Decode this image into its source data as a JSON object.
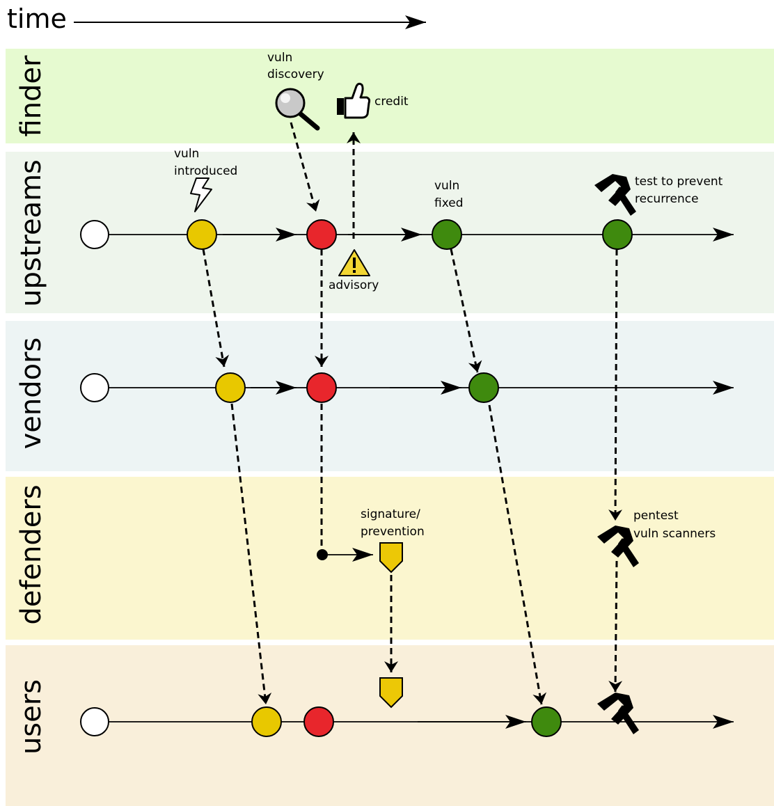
{
  "header": {
    "time_label": "time"
  },
  "lanes": [
    {
      "id": "finder",
      "label": "finder",
      "color": "#e6fad0"
    },
    {
      "id": "upstreams",
      "label": "upstreams",
      "color": "#eef5ec"
    },
    {
      "id": "vendors",
      "label": "vendors",
      "color": "#edf4f4"
    },
    {
      "id": "defenders",
      "label": "defenders",
      "color": "#fbf6cf"
    },
    {
      "id": "users",
      "label": "users",
      "color": "#f9efda"
    }
  ],
  "annotations": {
    "vuln_discovery": [
      "vuln",
      "discovery"
    ],
    "credit": "credit",
    "vuln_introduced": [
      "vuln",
      "introduced"
    ],
    "vuln_fixed": [
      "vuln",
      "fixed"
    ],
    "test_to_prevent": [
      "test to prevent",
      "recurrence"
    ],
    "advisory": "advisory",
    "signature_prevention": [
      "signature/",
      "prevention"
    ],
    "pentest": [
      "pentest",
      "vuln scanners"
    ]
  },
  "colors": {
    "white": "#ffffff",
    "yellow": "#e8c800",
    "red": "#e8262c",
    "green": "#3f8a0e",
    "warning": "#f2d633",
    "shield": "#ecc806"
  },
  "icons": [
    "magnifier-icon",
    "thumbs-up-icon",
    "lightning-icon",
    "warning-icon",
    "hammer-icon",
    "shield-icon"
  ]
}
